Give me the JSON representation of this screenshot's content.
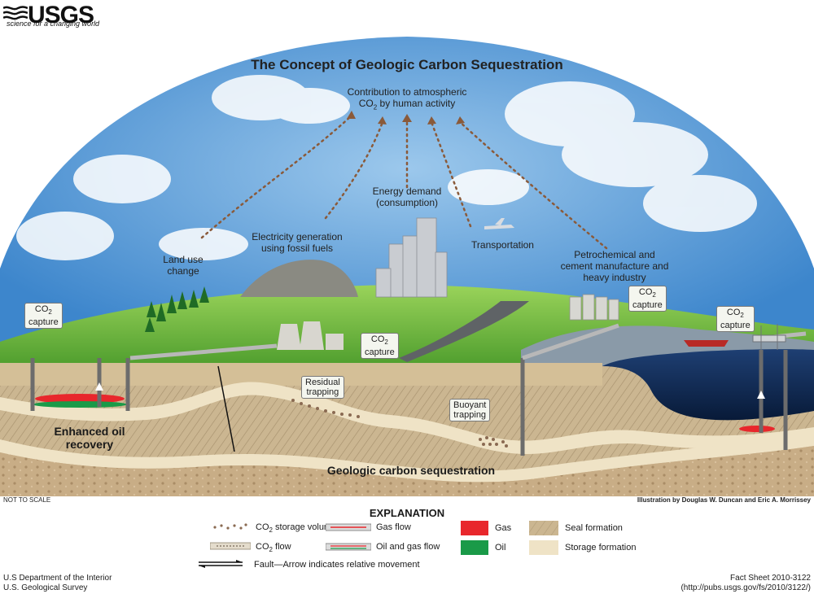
{
  "header": {
    "logo_word": "USGS",
    "logo_tagline": "science for a changing world",
    "title": "The Concept of Geologic Carbon Sequestration"
  },
  "labels": {
    "contribution_line1": "Contribution to atmospheric",
    "contribution_line2_pre": "CO",
    "contribution_line2_sub": "2",
    "contribution_line2_post": " by human activity",
    "energy_line1": "Energy demand",
    "energy_line2": "(consumption)",
    "electricity_line1": "Electricity generation",
    "electricity_line2": "using fossil fuels",
    "land_use_line1": "Land use",
    "land_use_line2": "change",
    "transportation": "Transportation",
    "petro_line1": "Petrochemical and",
    "petro_line2": "cement manufacture and",
    "petro_line3": "heavy industry",
    "co2": "CO",
    "co2_sub": "2",
    "capture": "capture",
    "residual_line1": "Residual",
    "residual_line2": "trapping",
    "buoyant_line1": "Buoyant",
    "buoyant_line2": "trapping",
    "eor_line1": "Enhanced oil",
    "eor_line2": "recovery",
    "geologic": "Geologic carbon sequestration",
    "not_to_scale": "NOT TO SCALE",
    "credit": "Illustration by Douglas W. Duncan and Eric A. Morrissey"
  },
  "explanation": {
    "title": "EXPLANATION",
    "storage_volume_pre": "CO",
    "storage_volume_sub": "2",
    "storage_volume_post": " storage volume",
    "flow_pre": "CO",
    "flow_sub": "2",
    "flow_post": " flow",
    "gas_flow": "Gas flow",
    "oil_gas_flow": "Oil and gas flow",
    "gas": "Gas",
    "oil": "Oil",
    "seal": "Seal formation",
    "storage": "Storage formation",
    "fault": "Fault—Arrow indicates relative movement"
  },
  "colors": {
    "gas": "#e8272c",
    "oil": "#1a9a48",
    "seal": "#cdb896",
    "storage": "#efe3c6",
    "sky": "#6fa8dc",
    "grass": "#7cc04a",
    "water": "#0f2a52",
    "arrow": "#7a4a2a"
  },
  "footer": {
    "left_line1": "U.S Department of the Interior",
    "left_line2": "U.S. Geological Survey",
    "right_line1": "Fact Sheet 2010-3122",
    "right_line2": "(http://pubs.usgs.gov/fs/2010/3122/)"
  }
}
